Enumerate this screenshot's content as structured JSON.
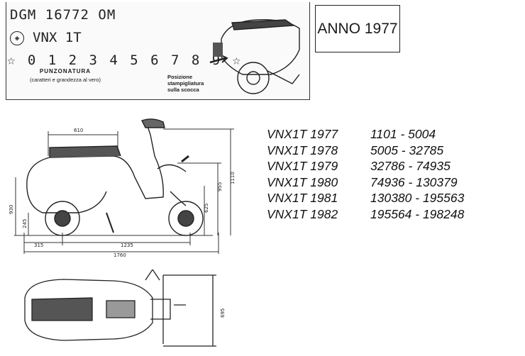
{
  "stamp": {
    "code": "DGM 16772 OM",
    "model": "VNX 1T",
    "digits": "☆ 0 1 2 3 4 5 6 7 8 9 ☆",
    "punzonatura": "PUNZONATURA",
    "punzonatura_note": "(caratteri e grandezza al vero)",
    "position_label": "Posizione stampigliatura sulla scocca"
  },
  "year_box": "ANNO 1977",
  "dimensions": {
    "top_length": "610",
    "height_total": "1110",
    "height_seat": "955",
    "height_mid": "625",
    "height_left": "930",
    "ground_clearance": "245",
    "front_overhang": "315",
    "wheelbase": "1235",
    "overall_length": "1760",
    "width": "695"
  },
  "production": [
    {
      "model": "VNX1T 1977",
      "range": "1101 - 5004"
    },
    {
      "model": "VNX1T 1978",
      "range": "5005 - 32785"
    },
    {
      "model": "VNX1T 1979",
      "range": "32786 - 74935"
    },
    {
      "model": "VNX1T 1980",
      "range": "74936 - 130379"
    },
    {
      "model": "VNX1T 1981",
      "range": "130380 - 195563"
    },
    {
      "model": "VNX1T 1982",
      "range": "195564 - 198248"
    }
  ],
  "colors": {
    "ink": "#1a1a1a",
    "paper": "#ffffff"
  }
}
